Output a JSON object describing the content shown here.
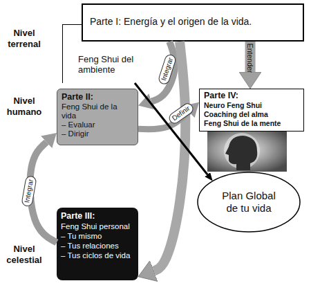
{
  "diagram": {
    "nodes": [
      {
        "text": [
          "Parte I: Energía y el origen de la vida."
        ]
      },
      {
        "text": [
          "Feng Shui del ambiente"
        ]
      },
      {
        "text": [
          "Parte II:",
          "Feng Shui de la vida",
          "– Evaluar",
          "– Dirigir"
        ]
      },
      {
        "text": [
          "Parte IV:",
          "Neuro Feng Shui",
          "Coaching del alma",
          "Feng Shui de la mente"
        ]
      },
      {
        "text": [
          "Plan Global de tu vida"
        ]
      },
      {
        "text": [
          "Parte III:",
          "Feng Shui personal",
          "– Tu mismo",
          "– Tus relaciones",
          "– Tus ciclos de vida"
        ]
      }
    ],
    "edges": [
      {
        "from": 0,
        "to": 2,
        "label": "Integrar",
        "arrow": "to"
      },
      {
        "from": 0,
        "to": 3,
        "label": "Entender",
        "arrow": "to"
      },
      {
        "from": 0,
        "to": 5,
        "arrow": "to"
      },
      {
        "from": 2,
        "to": 3,
        "label": "Definir",
        "arrow": "to"
      },
      {
        "from": 1,
        "to": 4,
        "arrow": "to"
      },
      {
        "from": 5,
        "to": 2,
        "label": "Integrar",
        "arrow": "to"
      }
    ],
    "labels": [
      "Nivel terrenal",
      "Nivel humano",
      "Nivel celestial"
    ]
  }
}
